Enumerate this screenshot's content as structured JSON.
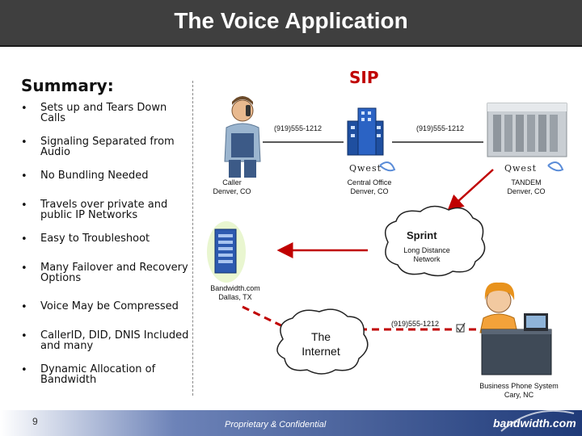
{
  "title": "The Voice Application",
  "sip_label": "SIP",
  "summary": {
    "heading": "Summary:",
    "bullets": [
      "Sets up and Tears Down Calls",
      "Signaling Separated from Audio",
      "No Bundling Needed",
      "Travels over private and public IP Networks",
      "Easy to Troubleshoot",
      "Many Failover and Recovery Options",
      "Voice May be Compressed",
      "CallerID, DID, DNIS Included and many",
      "Dynamic Allocation of Bandwidth"
    ]
  },
  "nodes": {
    "caller": {
      "name": "Caller",
      "location": "Denver, CO"
    },
    "central_office": {
      "name": "Central Office",
      "location": "Denver, CO"
    },
    "tandem": {
      "name": "TANDEM",
      "location": "Denver, CO"
    },
    "long_distance": {
      "name": "Long Distance",
      "name2": "Network",
      "brand": "Sprint"
    },
    "bandwidth_site": {
      "name": "Bandwidth.com",
      "location": "Dallas, TX"
    },
    "internet": {
      "line1": "The",
      "line2": "Internet"
    },
    "business": {
      "name": "Business Phone System",
      "location": "Cary, NC"
    }
  },
  "phone_numbers": [
    "(919)555-1212",
    "(919)555-1212",
    "(919)555-1212"
  ],
  "qwest_labels": [
    "Qwest",
    "Qwest"
  ],
  "footer": {
    "page_number": "9",
    "confidential": "Proprietary & Confidential",
    "brand": "bandwidth.com"
  },
  "colors": {
    "title_bg": "#3f3f3f",
    "sip": "#c00000",
    "arrow_red": "#c00000",
    "footer_blue": "#1f3a78"
  }
}
